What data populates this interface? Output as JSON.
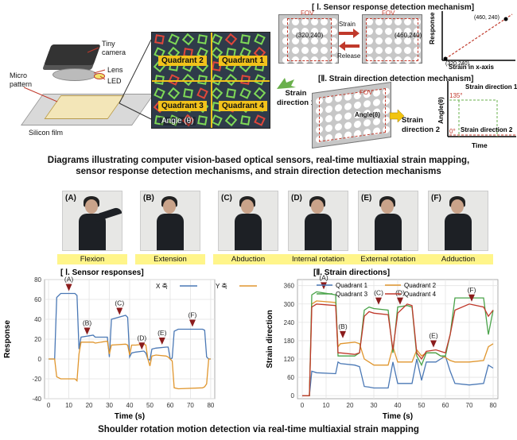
{
  "diagram": {
    "labels": {
      "tiny_camera": "Tiny\ncamera",
      "lens": "Lens",
      "led": "LED",
      "micro_pattern": "Micro\npattern",
      "silicon_film": "Silicon film"
    },
    "quadrants": [
      "Quadrant 2",
      "Quadrant 1",
      "Quadrant 3",
      "Quadrant 4"
    ],
    "angle_label": "Angle (θ)",
    "section1": {
      "title": "[ Ⅰ. Sensor response detection mechanism]",
      "fov": "FOV",
      "coord_a": "(320,240)",
      "coord_b": "(460,240)",
      "strain": "Strain",
      "release": "Release",
      "plot_ylabel": "Response",
      "plot_xlabel": "Strain in x-axis",
      "plot_pt_high": "(460, 240)",
      "plot_pt_low": "(320,240)"
    },
    "section2": {
      "title": "[Ⅱ. Strain direction detection mechanism]",
      "strain_dir1": "Strain\ndirection 1",
      "strain_dir2": "Strain\ndirection 2",
      "fov": "FOV",
      "angle": "Angle(θ)",
      "plot_ylabel": "Angle(θ)",
      "plot_xlabel": "Time",
      "deg135": "135°",
      "deg0": "0°",
      "sd1": "Strain direction 1",
      "sd2": "Strain direction 2"
    },
    "caption": "Diagrams illustrating computer vision-based optical sensors, real-time multiaxial strain mapping,\nsensor response detection mechanisms, and strain direction detection mechanisms"
  },
  "photos": [
    {
      "letter": "(A)",
      "label": "Flexion"
    },
    {
      "letter": "(B)",
      "label": "Extension"
    },
    {
      "letter": "(C)",
      "label": "Abduction"
    },
    {
      "letter": "(D)",
      "label": "Internal rotation"
    },
    {
      "letter": "(E)",
      "label": "External rotation"
    },
    {
      "letter": "(F)",
      "label": "Adduction"
    }
  ],
  "chart_data": [
    {
      "type": "line",
      "title": "[ Ⅰ. Sensor responses]",
      "xlabel": "Time (s)",
      "ylabel": "Response",
      "xlim": [
        -2,
        82
      ],
      "ylim": [
        -40,
        80
      ],
      "xticks": [
        0,
        10,
        20,
        30,
        40,
        50,
        60,
        70,
        80
      ],
      "yticks": [
        -40,
        -20,
        0,
        20,
        40,
        60,
        80
      ],
      "grid": true,
      "legend_position": "top",
      "annotations": [
        {
          "label": "(A)",
          "x": 10,
          "y": 66
        },
        {
          "label": "(B)",
          "x": 19,
          "y": 22
        },
        {
          "label": "(C)",
          "x": 35,
          "y": 42
        },
        {
          "label": "(D)",
          "x": 46,
          "y": 7
        },
        {
          "label": "(E)",
          "x": 56,
          "y": 12
        },
        {
          "label": "(F)",
          "x": 71,
          "y": 30
        }
      ],
      "series": [
        {
          "name": "X 축",
          "color": "#4a78b5",
          "x": [
            0,
            3,
            4,
            6,
            13,
            14,
            15,
            16,
            22,
            23,
            29,
            30,
            31,
            38,
            39,
            40,
            41,
            43,
            47,
            48,
            49,
            50,
            51,
            53,
            58,
            59,
            60,
            61,
            62,
            64,
            76,
            77,
            78,
            79,
            80
          ],
          "y": [
            0,
            0,
            62,
            66,
            66,
            64,
            10,
            22,
            24,
            22,
            22,
            2,
            40,
            44,
            42,
            2,
            6,
            7,
            8,
            6,
            0,
            -1,
            10,
            11,
            12,
            12,
            0,
            1,
            28,
            30,
            30,
            29,
            2,
            0,
            0
          ]
        },
        {
          "name": "Y 축",
          "color": "#e0962e",
          "x": [
            0,
            3,
            4,
            6,
            13,
            14,
            15,
            16,
            22,
            23,
            29,
            30,
            31,
            38,
            39,
            40,
            41,
            43,
            47,
            48,
            49,
            50,
            51,
            53,
            58,
            59,
            60,
            61,
            62,
            64,
            76,
            77,
            78,
            79,
            80
          ],
          "y": [
            0,
            0,
            -18,
            -20,
            -20,
            -22,
            5,
            17,
            17,
            16,
            18,
            5,
            14,
            15,
            14,
            4,
            14,
            14,
            15,
            14,
            0,
            -7,
            3,
            4,
            3,
            2,
            0,
            -2,
            -29,
            -30,
            -29,
            -28,
            -25,
            0,
            0
          ]
        }
      ]
    },
    {
      "type": "line",
      "title": "[Ⅱ. Strain directions]",
      "xlabel": "Time (s)",
      "ylabel": "Strain direction",
      "xlim": [
        -2,
        82
      ],
      "ylim": [
        -10,
        380
      ],
      "xticks": [
        0,
        10,
        20,
        30,
        40,
        50,
        60,
        70,
        80
      ],
      "yticks": [
        0,
        60,
        120,
        180,
        240,
        300,
        360
      ],
      "grid": true,
      "legend_position": "top",
      "annotations": [
        {
          "label": "(A)",
          "x": 9,
          "y": 340
        },
        {
          "label": "(B)",
          "x": 17,
          "y": 180
        },
        {
          "label": "(C)",
          "x": 32,
          "y": 290
        },
        {
          "label": "(D)",
          "x": 41,
          "y": 290
        },
        {
          "label": "(E)",
          "x": 55,
          "y": 150
        },
        {
          "label": "(F)",
          "x": 71,
          "y": 300
        }
      ],
      "series": [
        {
          "name": "Quadrant 1",
          "color": "#4a78b5",
          "x": [
            0,
            3,
            4,
            6,
            14,
            15,
            16,
            22,
            24,
            26,
            28,
            30,
            36,
            38,
            40,
            44,
            46,
            48,
            50,
            52,
            56,
            58,
            60,
            62,
            64,
            70,
            76,
            78,
            80
          ],
          "y": [
            0,
            0,
            80,
            75,
            72,
            110,
            105,
            100,
            95,
            30,
            28,
            25,
            25,
            110,
            40,
            40,
            40,
            120,
            50,
            110,
            110,
            120,
            130,
            80,
            40,
            35,
            40,
            100,
            90
          ]
        },
        {
          "name": "Quadrant 2",
          "color": "#e0962e",
          "x": [
            0,
            3,
            4,
            6,
            14,
            15,
            16,
            22,
            24,
            26,
            28,
            30,
            36,
            38,
            40,
            44,
            46,
            48,
            50,
            52,
            56,
            58,
            60,
            62,
            64,
            70,
            76,
            78,
            80
          ],
          "y": [
            0,
            0,
            300,
            310,
            305,
            160,
            170,
            175,
            170,
            120,
            110,
            100,
            100,
            160,
            110,
            110,
            110,
            150,
            130,
            140,
            140,
            130,
            125,
            115,
            110,
            110,
            115,
            160,
            170
          ]
        },
        {
          "name": "Quadrant 3",
          "color": "#4aa34a",
          "x": [
            0,
            3,
            4,
            6,
            14,
            15,
            16,
            22,
            24,
            26,
            28,
            30,
            36,
            38,
            40,
            44,
            46,
            48,
            50,
            52,
            56,
            58,
            60,
            62,
            64,
            70,
            76,
            78,
            80
          ],
          "y": [
            0,
            0,
            330,
            340,
            330,
            130,
            130,
            130,
            140,
            280,
            290,
            285,
            280,
            140,
            290,
            295,
            290,
            130,
            100,
            140,
            140,
            130,
            130,
            200,
            320,
            320,
            320,
            200,
            280
          ]
        },
        {
          "name": "Quadrant 4",
          "color": "#c0392b",
          "x": [
            0,
            3,
            4,
            6,
            14,
            15,
            16,
            22,
            24,
            26,
            28,
            30,
            36,
            38,
            40,
            44,
            46,
            48,
            50,
            52,
            56,
            58,
            60,
            62,
            64,
            70,
            76,
            78,
            80
          ],
          "y": [
            0,
            0,
            290,
            300,
            295,
            140,
            140,
            135,
            140,
            260,
            275,
            270,
            265,
            150,
            270,
            300,
            295,
            140,
            120,
            145,
            150,
            145,
            140,
            200,
            280,
            300,
            290,
            260,
            280
          ]
        }
      ]
    }
  ],
  "bottom_caption": "Shoulder rotation motion detection via real-time multiaxial strain mapping",
  "colors": {
    "marker": "#8b1c1c",
    "label_highlight": "#fff58a",
    "quadrant_label": "#f2c21b",
    "plot_red": "#c0392b"
  }
}
